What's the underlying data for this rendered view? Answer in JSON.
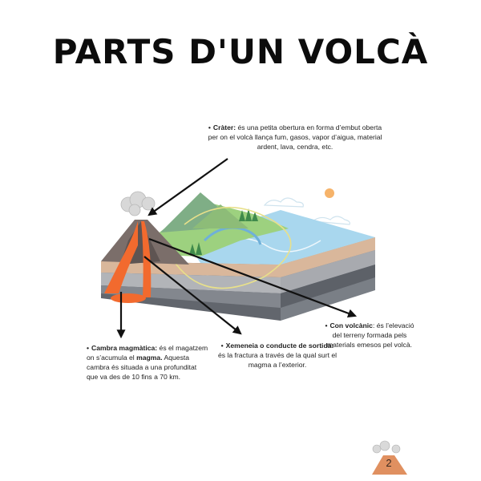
{
  "title": "PARTS D'UN VOLCÀ",
  "crater": {
    "term": "Cràter:",
    "text": " és una petita obertura en forma d’embut oberta per on el volcà llança fum, gasos, vapor d’aigua, material ardent, lava, cendra, etc."
  },
  "cambra": {
    "term": "Cambra magmàtica:",
    "text1": " és el magatzem on s’acumula el ",
    "term2": "magma.",
    "text2": " Aquesta cambra és situada a una profunditat que va des de 10 fins a 70 km."
  },
  "xemeneia": {
    "term": "Xemeneia o conducte de sortida:",
    "text": " és la fractura a través de la qual surt el magma a l’exterior."
  },
  "con": {
    "term": "Con volcànic",
    "text": ": és l’elevació del terreny formada pels materials emesos pel volcà."
  },
  "bullet": "•",
  "page_number": "2",
  "colors": {
    "lava": "#f26a2e",
    "arrow": "#111111",
    "water": "#a9d7ee",
    "grass": "#7cc36a"
  }
}
